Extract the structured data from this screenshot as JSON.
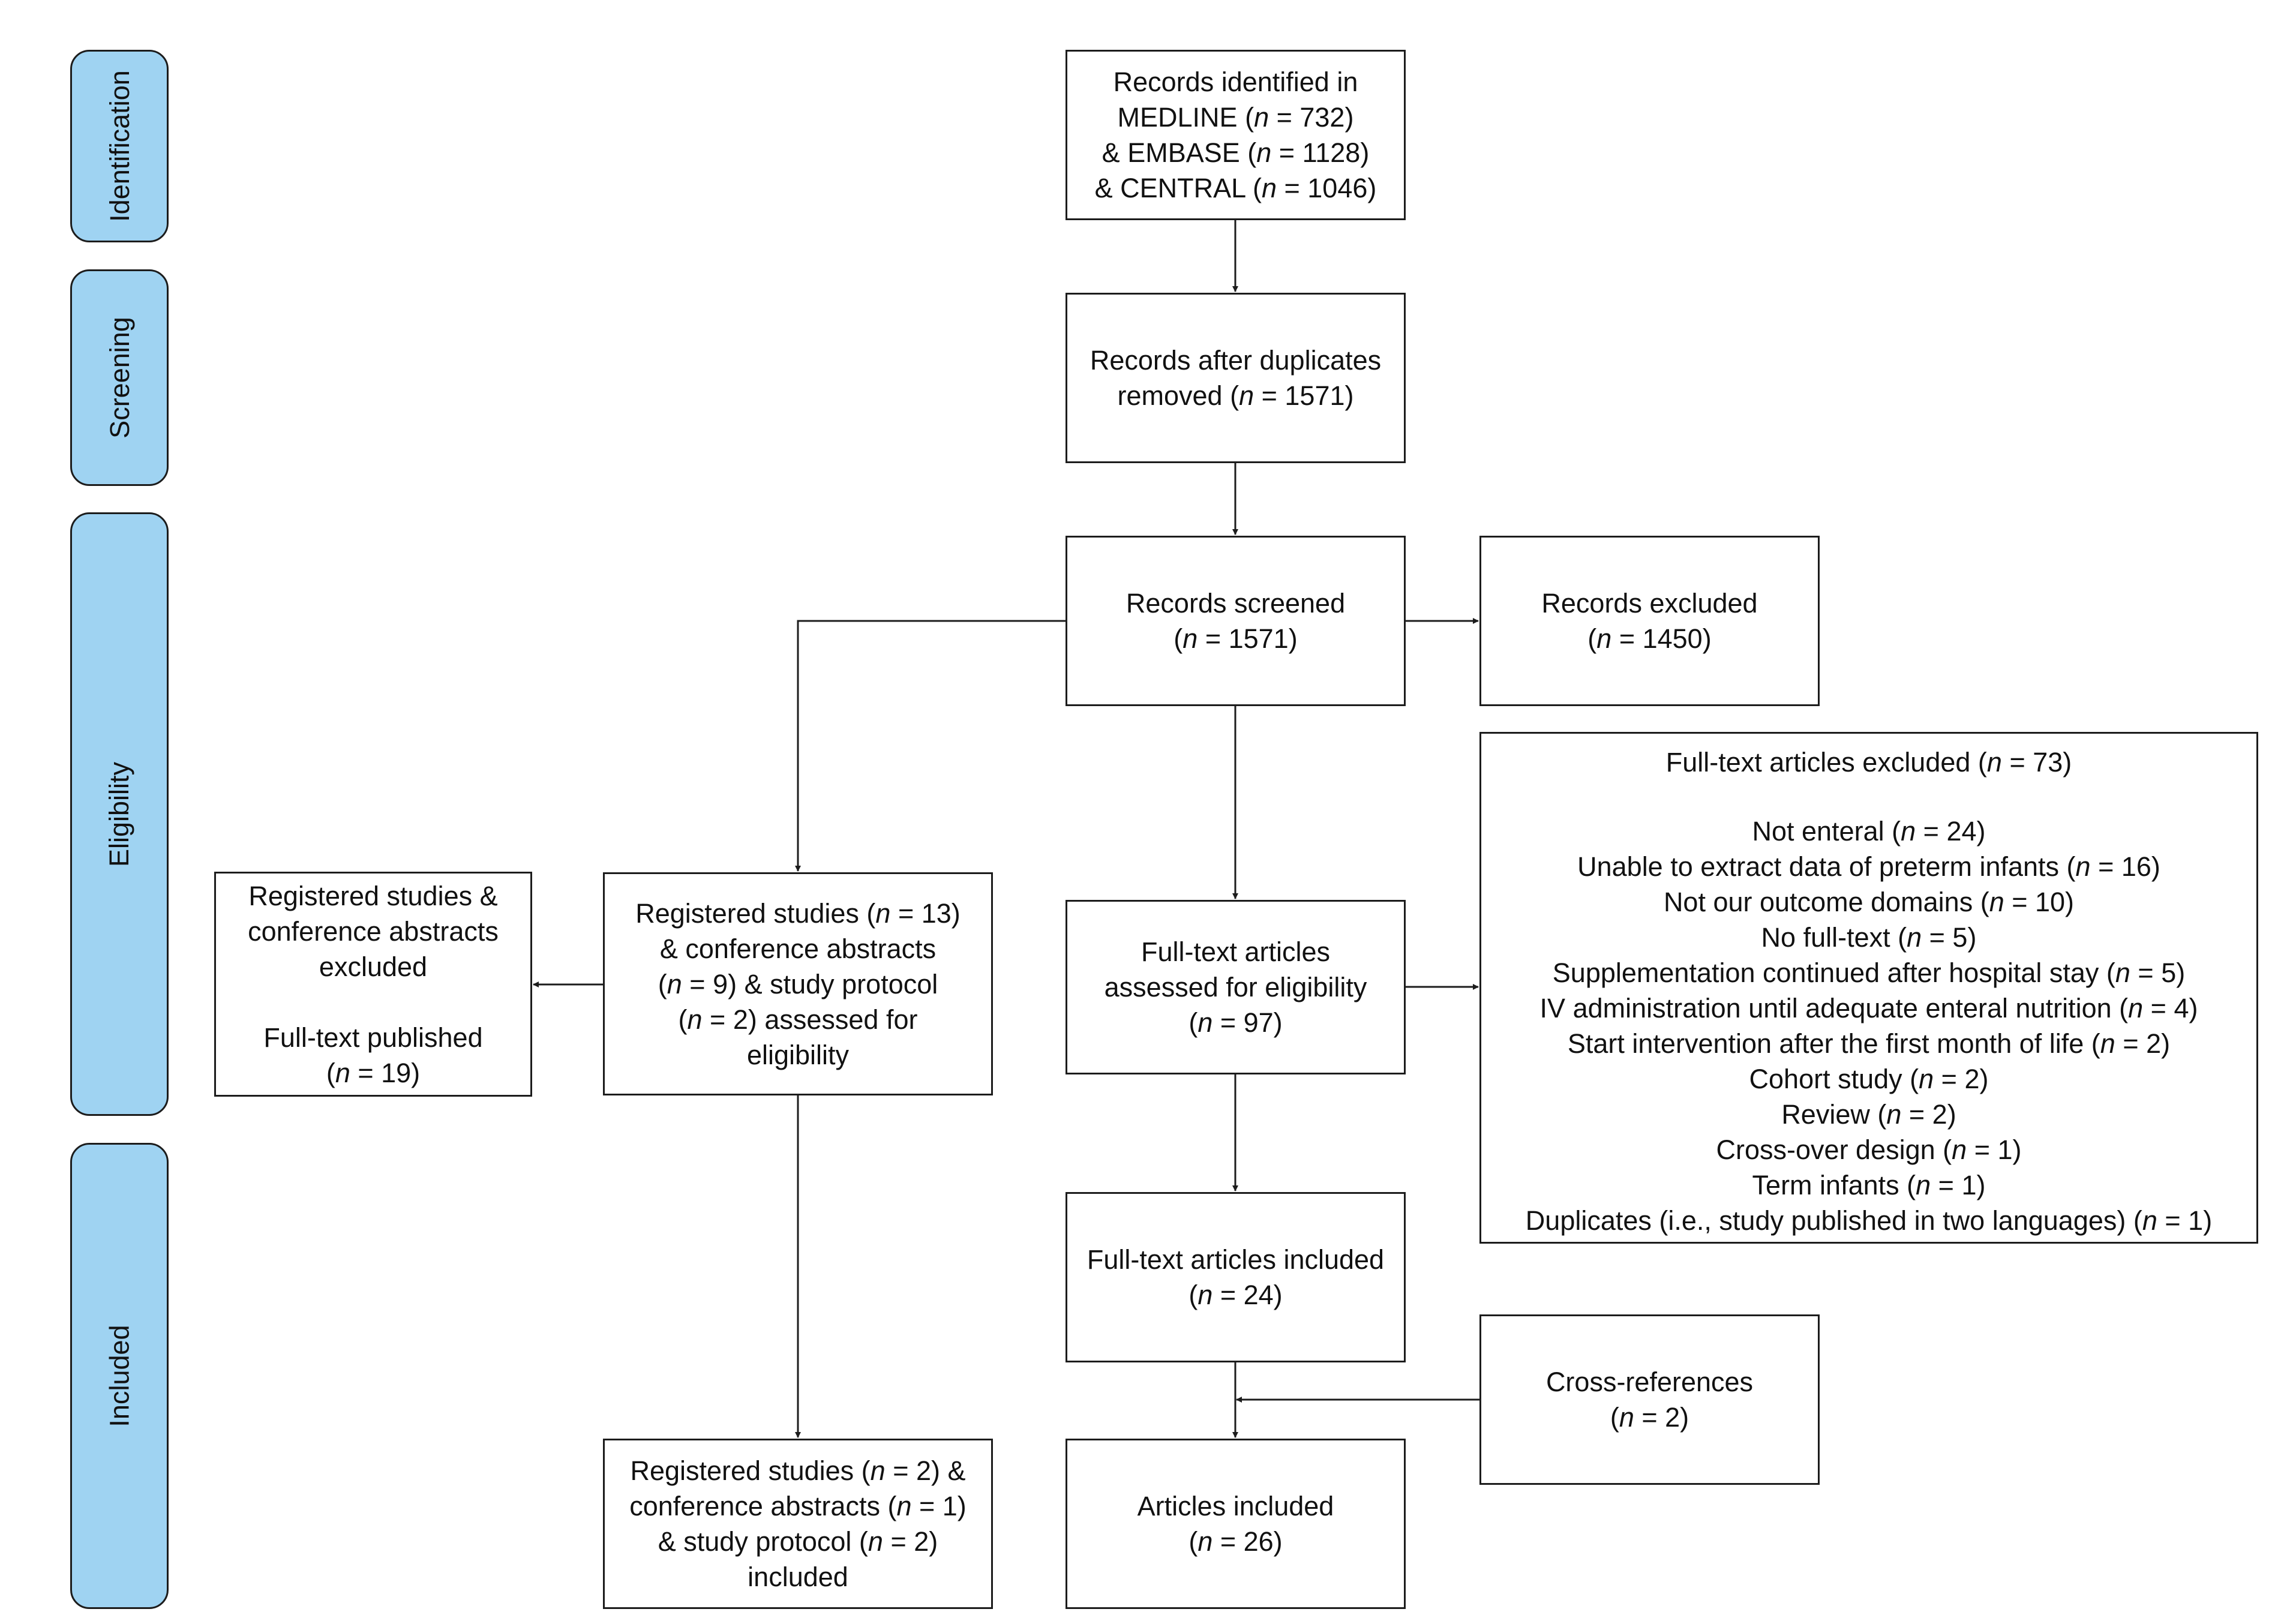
{
  "colors": {
    "phase_fill": "#9fd3f2",
    "stroke": "#1c1c1c"
  },
  "phases": [
    {
      "id": "identification",
      "label": "Identification"
    },
    {
      "id": "screening",
      "label": "Screening"
    },
    {
      "id": "eligibility",
      "label": "Eligibility"
    },
    {
      "id": "included",
      "label": "Included"
    }
  ],
  "boxes": {
    "records_identified": {
      "lines": [
        [
          {
            "t": "Records identified in"
          }
        ],
        [
          {
            "t": "MEDLINE ("
          },
          {
            "t": "n",
            "i": true
          },
          {
            "t": " = 732)"
          }
        ],
        [
          {
            "t": "& EMBASE ("
          },
          {
            "t": "n",
            "i": true
          },
          {
            "t": " = 1128)"
          }
        ],
        [
          {
            "t": "& CENTRAL ("
          },
          {
            "t": "n",
            "i": true
          },
          {
            "t": " = 1046)"
          }
        ]
      ]
    },
    "records_after_duplicates": {
      "lines": [
        [
          {
            "t": "Records after duplicates"
          }
        ],
        [
          {
            "t": "removed ("
          },
          {
            "t": "n",
            "i": true
          },
          {
            "t": " = 1571)"
          }
        ]
      ]
    },
    "records_screened": {
      "lines": [
        [
          {
            "t": "Records screened"
          }
        ],
        [
          {
            "t": "("
          },
          {
            "t": "n",
            "i": true
          },
          {
            "t": " = 1571)"
          }
        ]
      ]
    },
    "records_excluded": {
      "lines": [
        [
          {
            "t": "Records excluded"
          }
        ],
        [
          {
            "t": "("
          },
          {
            "t": "n",
            "i": true
          },
          {
            "t": " = 1450)"
          }
        ]
      ]
    },
    "fulltext_assessed": {
      "lines": [
        [
          {
            "t": "Full-text articles"
          }
        ],
        [
          {
            "t": "assessed for eligibility"
          }
        ],
        [
          {
            "t": "("
          },
          {
            "t": "n",
            "i": true
          },
          {
            "t": " = 97)"
          }
        ]
      ]
    },
    "fulltext_excluded": {
      "lines": [
        [
          {
            "t": "Full-text articles excluded ("
          },
          {
            "t": "n",
            "i": true
          },
          {
            "t": " = 73)"
          }
        ],
        [],
        [
          {
            "t": "Not enteral ("
          },
          {
            "t": "n",
            "i": true
          },
          {
            "t": " = 24)"
          }
        ],
        [
          {
            "t": "Unable to extract data of preterm infants ("
          },
          {
            "t": "n",
            "i": true
          },
          {
            "t": " = 16)"
          }
        ],
        [
          {
            "t": "Not our outcome domains ("
          },
          {
            "t": "n",
            "i": true
          },
          {
            "t": " = 10)"
          }
        ],
        [
          {
            "t": "No full-text ("
          },
          {
            "t": "n",
            "i": true
          },
          {
            "t": " = 5)"
          }
        ],
        [
          {
            "t": "Supplementation continued after hospital stay ("
          },
          {
            "t": "n",
            "i": true
          },
          {
            "t": " = 5)"
          }
        ],
        [
          {
            "t": "IV administration until adequate enteral nutrition ("
          },
          {
            "t": "n",
            "i": true
          },
          {
            "t": " = 4)"
          }
        ],
        [
          {
            "t": "Start intervention after the first month of life ("
          },
          {
            "t": "n",
            "i": true
          },
          {
            "t": " = 2)"
          }
        ],
        [
          {
            "t": "Cohort study ("
          },
          {
            "t": "n",
            "i": true
          },
          {
            "t": " = 2)"
          }
        ],
        [
          {
            "t": "Review ("
          },
          {
            "t": "n",
            "i": true
          },
          {
            "t": " = 2)"
          }
        ],
        [
          {
            "t": "Cross-over design ("
          },
          {
            "t": "n",
            "i": true
          },
          {
            "t": " = 1)"
          }
        ],
        [
          {
            "t": "Term infants ("
          },
          {
            "t": "n",
            "i": true
          },
          {
            "t": " = 1)"
          }
        ],
        [
          {
            "t": "Duplicates (i.e., study published in two languages) ("
          },
          {
            "t": "n",
            "i": true
          },
          {
            "t": " = 1)"
          }
        ]
      ]
    },
    "registered_assessed": {
      "lines": [
        [
          {
            "t": "Registered studies ("
          },
          {
            "t": "n",
            "i": true
          },
          {
            "t": " = 13)"
          }
        ],
        [
          {
            "t": "& conference abstracts"
          }
        ],
        [
          {
            "t": "("
          },
          {
            "t": "n",
            "i": true
          },
          {
            "t": " = 9) & study protocol"
          }
        ],
        [
          {
            "t": "("
          },
          {
            "t": "n",
            "i": true
          },
          {
            "t": " = 2) assessed for"
          }
        ],
        [
          {
            "t": "eligibility"
          }
        ]
      ]
    },
    "registered_excluded": {
      "lines": [
        [
          {
            "t": "Registered studies &"
          }
        ],
        [
          {
            "t": "conference abstracts"
          }
        ],
        [
          {
            "t": "excluded"
          }
        ],
        [],
        [
          {
            "t": "Full-text published"
          }
        ],
        [
          {
            "t": "("
          },
          {
            "t": "n",
            "i": true
          },
          {
            "t": " = 19)"
          }
        ]
      ]
    },
    "fulltext_included": {
      "lines": [
        [
          {
            "t": "Full-text articles included"
          }
        ],
        [
          {
            "t": "("
          },
          {
            "t": "n",
            "i": true
          },
          {
            "t": " = 24)"
          }
        ]
      ]
    },
    "cross_references": {
      "lines": [
        [
          {
            "t": "Cross-references"
          }
        ],
        [
          {
            "t": "("
          },
          {
            "t": "n",
            "i": true
          },
          {
            "t": " = 2)"
          }
        ]
      ]
    },
    "registered_included": {
      "lines": [
        [
          {
            "t": "Registered studies ("
          },
          {
            "t": "n",
            "i": true
          },
          {
            "t": " = 2) &"
          }
        ],
        [
          {
            "t": "conference abstracts ("
          },
          {
            "t": "n",
            "i": true
          },
          {
            "t": " = 1)"
          }
        ],
        [
          {
            "t": "& study protocol ("
          },
          {
            "t": "n",
            "i": true
          },
          {
            "t": " = 2)"
          }
        ],
        [
          {
            "t": "included"
          }
        ]
      ]
    },
    "articles_included": {
      "lines": [
        [
          {
            "t": "Articles included"
          }
        ],
        [
          {
            "t": "("
          },
          {
            "t": "n",
            "i": true
          },
          {
            "t": " = 26)"
          }
        ]
      ]
    }
  }
}
